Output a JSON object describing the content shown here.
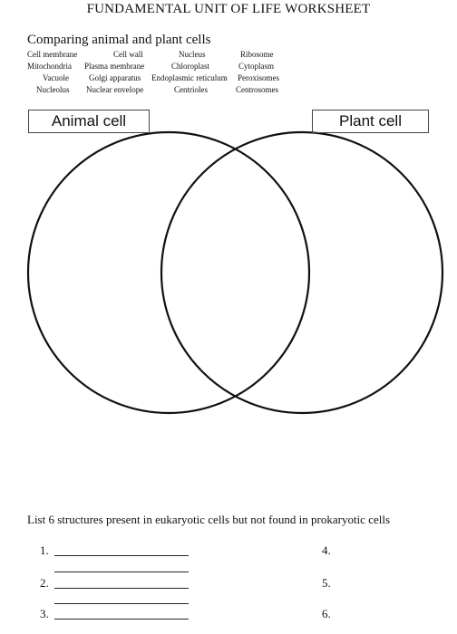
{
  "worksheet": {
    "title": "FUNDAMENTAL UNIT OF LIFE WORKSHEET",
    "subheading": "Comparing animal and plant cells"
  },
  "word_bank": {
    "row1": [
      "Cell membrane",
      "Cell wall",
      "Nucleus",
      "Ribosome"
    ],
    "row2": [
      "Mitochondria",
      "Plasma membrane",
      "Chloroplast",
      "Cytoplasm"
    ],
    "row3": [
      "Vacuole",
      "Golgi apparatus",
      "Endoplasmic reticulum",
      "Peroxisomes"
    ],
    "row4": [
      "Nucleolus",
      "Nuclear envelope",
      "Centrioles",
      "Centrosomes"
    ]
  },
  "venn": {
    "left_label": "Animal cell",
    "right_label": "Plant cell"
  },
  "question": {
    "text": "List 6 structures present in eukaryotic cells but not found in prokaryotic cells",
    "numbers": [
      "1.",
      "2.",
      "3.",
      "4.",
      "5.",
      "6."
    ]
  }
}
